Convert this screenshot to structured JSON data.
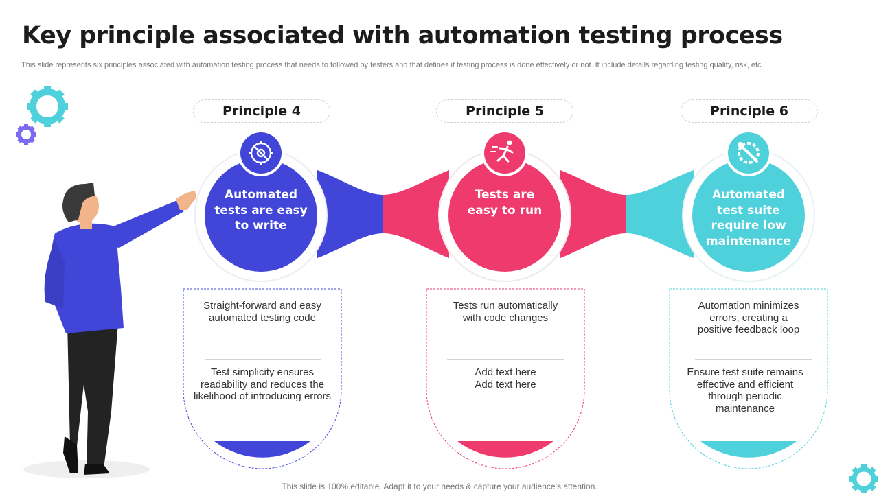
{
  "header": {
    "title": "Key principle associated with automation testing process",
    "subtitle": "This slide represents six principles associated with automation testing process that needs to followed by testers and that defines it testing process is done effectively or not. It include details regarding testing quality, risk, etc."
  },
  "colors": {
    "blue": "#4146d8",
    "pink": "#ee3a6d",
    "teal": "#4fd1dc",
    "gear_teal": "#4fd1dc",
    "gear_purple": "#7c6bf0"
  },
  "principles": [
    {
      "label": "Principle 4",
      "icon": "automation-gear-icon",
      "circle_lines": [
        "Automated",
        "tests are easy",
        "to write"
      ],
      "card_top": [
        "Straight-forward and easy",
        "automated testing code"
      ],
      "card_bottom": [
        "Test simplicity ensures",
        "readability and reduces the",
        "likelihood of introducing errors"
      ]
    },
    {
      "label": "Principle 5",
      "icon": "running-person-icon",
      "circle_lines": [
        "Tests are",
        "easy to run"
      ],
      "card_top": [
        "Tests run automatically",
        "with code changes"
      ],
      "card_bottom": [
        "Add text here",
        "Add text here"
      ]
    },
    {
      "label": "Principle 6",
      "icon": "wrench-gear-icon",
      "circle_lines": [
        "Automated",
        "test suite",
        "require low",
        "maintenance"
      ],
      "card_top": [
        "Automation minimizes",
        "errors, creating a",
        "positive feedback loop"
      ],
      "card_bottom": [
        "Ensure test suite remains",
        "effective and efficient",
        "through periodic",
        "maintenance"
      ]
    }
  ],
  "footer": "This slide is 100% editable. Adapt it to your needs & capture your audience’s attention."
}
